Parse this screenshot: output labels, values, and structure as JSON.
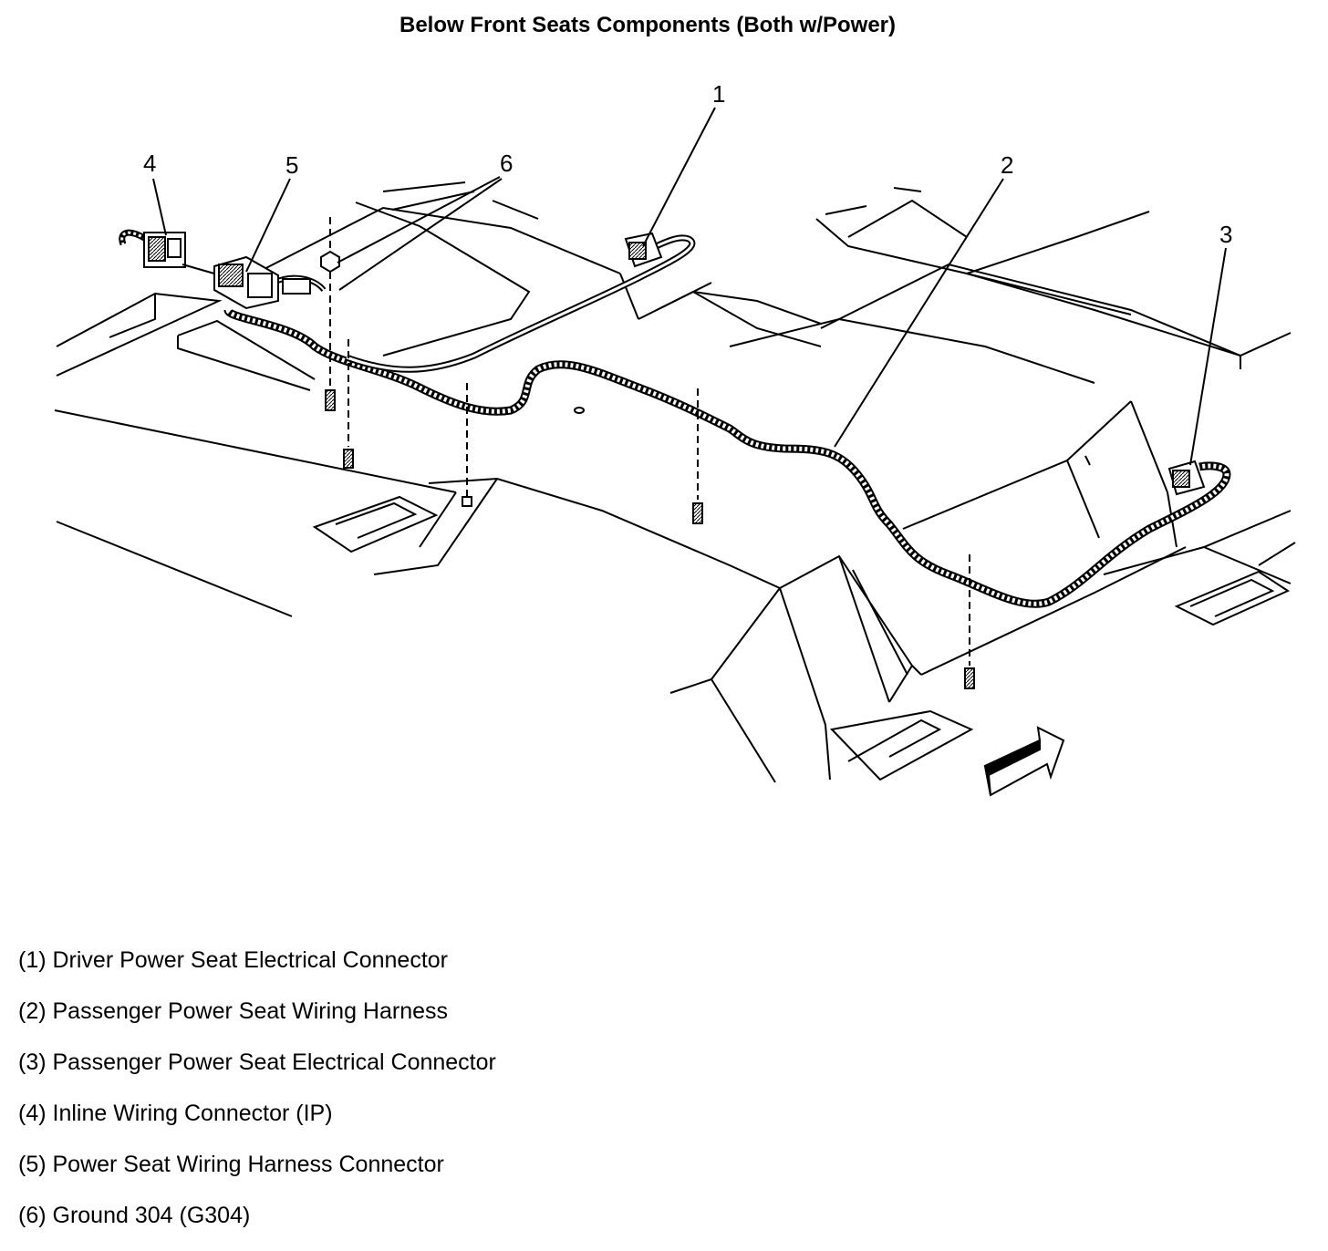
{
  "title": "Below Front Seats Components (Both w/Power)",
  "callouts": [
    "1",
    "2",
    "3",
    "4",
    "5",
    "6"
  ],
  "legend": [
    "(1) Driver Power Seat Electrical Connector",
    "(2) Passenger Power Seat Wiring Harness",
    "(3) Passenger Power Seat Electrical Connector",
    "(4) Inline Wiring Connector (IP)",
    "(5) Power Seat Wiring Harness Connector",
    "(6) Ground 304 (G304)"
  ]
}
